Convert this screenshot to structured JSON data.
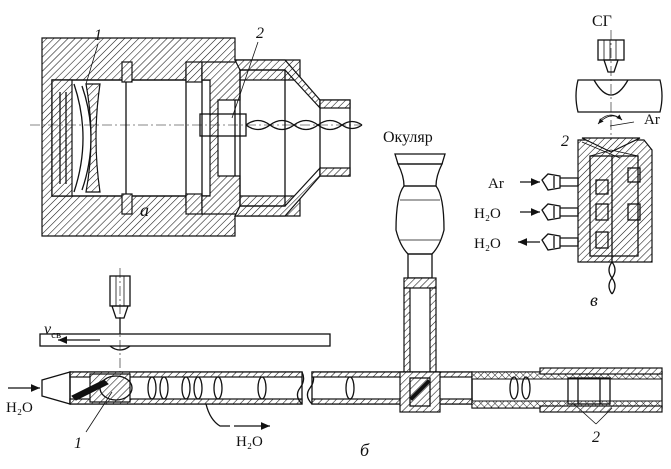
{
  "figure": {
    "panels": {
      "a": "а",
      "b": "б",
      "v": "в"
    },
    "labels": {
      "a_callout_1": "1",
      "a_callout_2": "2",
      "b_callout_1": "1",
      "b_callout_2": "2",
      "v_callout_2": "2",
      "eyepiece": "Окуляр",
      "sg": "СГ",
      "ar_top": "Ar",
      "ar_left": "Ar",
      "h2o_in_v": "H₂O",
      "h2o_out_v": "H₂O",
      "h2o_in_b": "H₂O",
      "h2o_out_b": "H₂O",
      "velocity": "v",
      "velocity_sub": "св"
    }
  }
}
